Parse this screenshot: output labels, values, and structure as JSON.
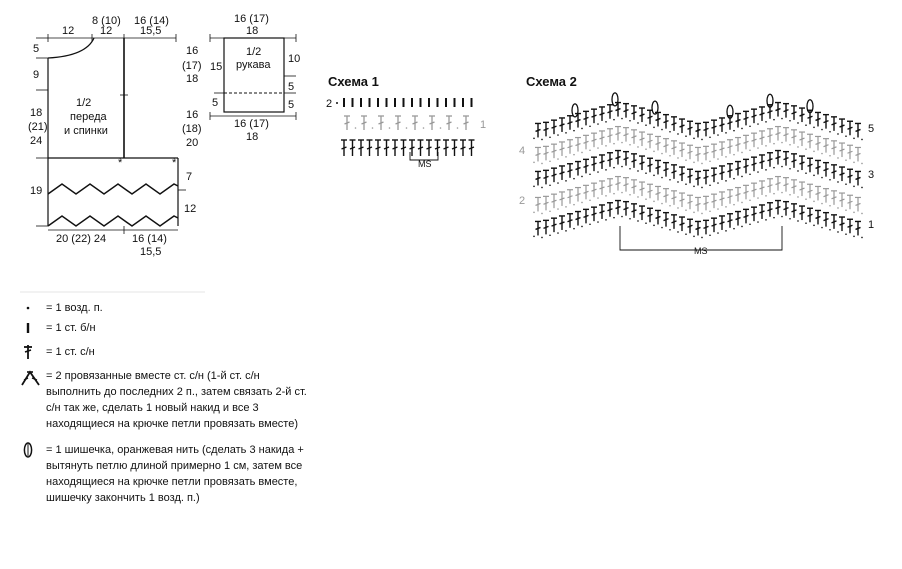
{
  "pattern_pieces": {
    "front_back": {
      "top_left": "12",
      "neck_top": "8 (10)",
      "neck_bottom": "12",
      "right_top_1": "16 (14)",
      "right_top_2": "15,5",
      "left_5": "5",
      "left_9": "9",
      "left_18a": "18",
      "left_18b": "(21)",
      "left_18c": "24",
      "left_19": "19",
      "label_1": "1/2",
      "label_2": "переда",
      "label_3": "и спинки",
      "right_7": "7",
      "right_12": "12",
      "bottom_left": "20 (22) 24",
      "bottom_right_1": "16 (14)",
      "bottom_right_2": "15,5",
      "star_1": "*",
      "star_2": "*"
    },
    "sleeve": {
      "top_1": "16 (17)",
      "top_2": "18",
      "left_1": "16",
      "left_2": "(17)",
      "left_3": "18",
      "left_15": "15",
      "left_16": "16",
      "left_18": "(18)",
      "left_20": "20",
      "left_5": "5",
      "right_10": "10",
      "right_5a": "5",
      "right_5b": "5",
      "label_1": "1/2",
      "label_2": "рукава",
      "bottom_1": "16 (17)",
      "bottom_2": "18"
    }
  },
  "scheme1": {
    "title": "Схема 1",
    "row_2": "2",
    "row_1": "1",
    "ms": "MS"
  },
  "scheme2": {
    "title": "Схема 2",
    "row_5": "5",
    "row_4": "4",
    "row_3": "3",
    "row_2": "2",
    "row_1": "1",
    "ms": "MS"
  },
  "legend": [
    {
      "icon": "dot-icon",
      "text": "= 1 возд. п."
    },
    {
      "icon": "single-crochet-icon",
      "text": "= 1 ст. б/н"
    },
    {
      "icon": "double-crochet-icon",
      "text": "= 1 ст. с/н"
    },
    {
      "icon": "dc2tog-icon",
      "text": "= 2 провязанные вместе ст. с/н (1-й ст. с/н выполнить до последних 2 п., затем связать 2-й ст. с/н так же, сделать 1 новый накид и все 3 находящиеся на крючке петли провязать вместе)"
    },
    {
      "icon": "bobble-icon",
      "text": "= 1 шишечка, оранжевая нить (сделать 3 накида + вытянуть петлю длиной примерно 1 см, затем все находящиеся на крючке петли провязать вместе, шишечку закончить 1 возд. п.)"
    }
  ],
  "colors": {
    "ink": "#111111",
    "gray": "#999999"
  }
}
